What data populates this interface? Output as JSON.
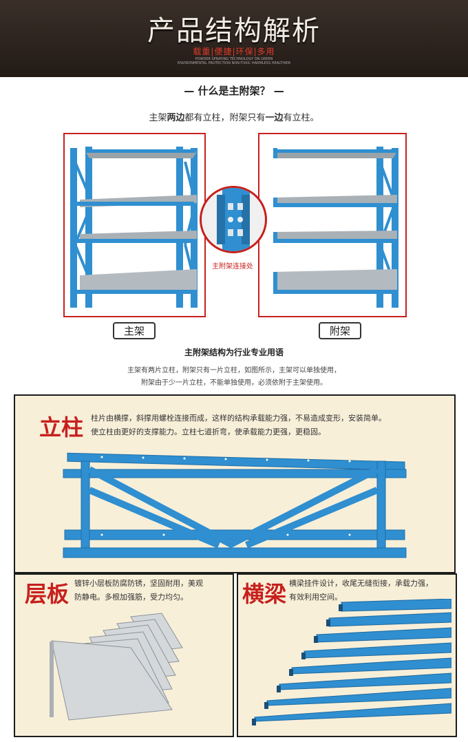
{
  "header": {
    "title": "产品结构解析",
    "tagline": "载重|便捷|环保|多用",
    "small_line1": "POWDER SPRAYING TECHNOLOGY ON GREEN",
    "small_line2": "ENVIRONMENTAL PROTECTION NON-TOXIC HARMLESS HEALTHIER"
  },
  "section1": {
    "title": "— 什么是主附架？ —",
    "desc_parts": [
      "主架",
      "两边",
      "都有立柱，附架只有",
      "一边",
      "有立柱。"
    ],
    "connection_label": "主附架连接处",
    "main_label": "主架",
    "aux_label": "附架",
    "subtitle": "主附架结构为行业专业用语",
    "text_line1": "主架有两片立柱，附架只有一片立柱，如图所示，主架可以单独使用，",
    "text_line2": "附架由于少一片立柱，不能单独使用，必须依附于主架使用。"
  },
  "column": {
    "title": "立柱",
    "text_line1": "柱片由横撑，斜撑用螺栓连接而成，这样的结构承载能力强，不易造成变形，安装简单。",
    "text_line2": "使立柱由更好的支撑能力。立柱七道折弯，使承载能力更强，更稳固。"
  },
  "shelf": {
    "title": "层板",
    "text_line1": "镀锌小层板防腐防锈，坚固耐用，美观",
    "text_line2": "防静电。多根加强筋，受力均匀。"
  },
  "beam": {
    "title": "横梁",
    "text_line1": "横梁挂件设计，收尾无缝衔接，承载力强，",
    "text_line2": "有效利用空间。"
  },
  "colors": {
    "accent_red": "#c7201d",
    "rack_blue": "#2f8fd0",
    "cream": "#f8efd9"
  }
}
